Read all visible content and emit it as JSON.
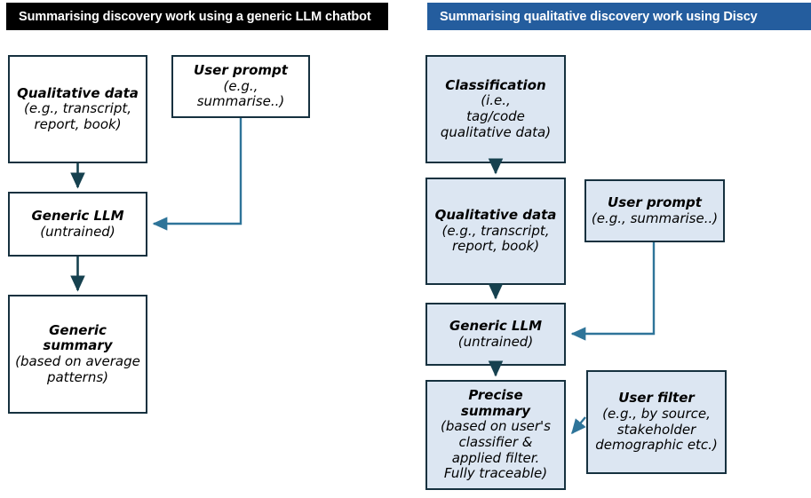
{
  "left_panel": {
    "banner": {
      "title": "Summarising discovery work using a generic LLM chatbot",
      "background": "#000000",
      "text_color": "#FFFFFF"
    },
    "nodes": {
      "qualitative_data": {
        "heading": "Qualitative data",
        "detail_line1": "(e.g., transcript,",
        "detail_line2": "report, book)"
      },
      "user_prompt": {
        "heading": "User prompt",
        "detail_line1": "(e.g., summarise..)"
      },
      "generic_llm": {
        "heading": "Generic LLM",
        "detail_line1": "(untrained)"
      },
      "generic_summary": {
        "heading": "Generic summary",
        "detail_line1": "(based on average",
        "detail_line2": "patterns)"
      }
    }
  },
  "right_panel": {
    "banner": {
      "title": "Summarising qualitative discovery work using Discy",
      "background": "#245D9E",
      "text_color": "#FFFFFF"
    },
    "nodes": {
      "classification": {
        "heading": "Classification",
        "detail_line1": "(i.e.,",
        "detail_line2": "tag/code",
        "detail_line3": "qualitative data)"
      },
      "qualitative_data": {
        "heading": "Qualitative data",
        "detail_line1": "(e.g., transcript,",
        "detail_line2": "report, book)"
      },
      "user_prompt": {
        "heading": "User prompt",
        "detail_line1": "(e.g., summarise..)"
      },
      "generic_llm": {
        "heading": "Generic LLM",
        "detail_line1": "(untrained)"
      },
      "precise_summary": {
        "heading": "Precise summary",
        "detail_line1": "(based on user's",
        "detail_line2": "classifier &",
        "detail_line3": "applied filter.",
        "detail_line4": "Fully traceable)"
      },
      "user_filter": {
        "heading": "User filter",
        "detail_line1": "(e.g., by source,",
        "detail_line2": "stakeholder",
        "detail_line3": "demographic etc.)"
      }
    }
  },
  "style": {
    "node_border": "#16313F",
    "node_fill_plain": "#FFFFFF",
    "node_fill_shaded": "#DCE6F2",
    "connector_dark": "#16414F",
    "connector_blue": "#2E7499",
    "page_background": "#FFFFFF"
  }
}
